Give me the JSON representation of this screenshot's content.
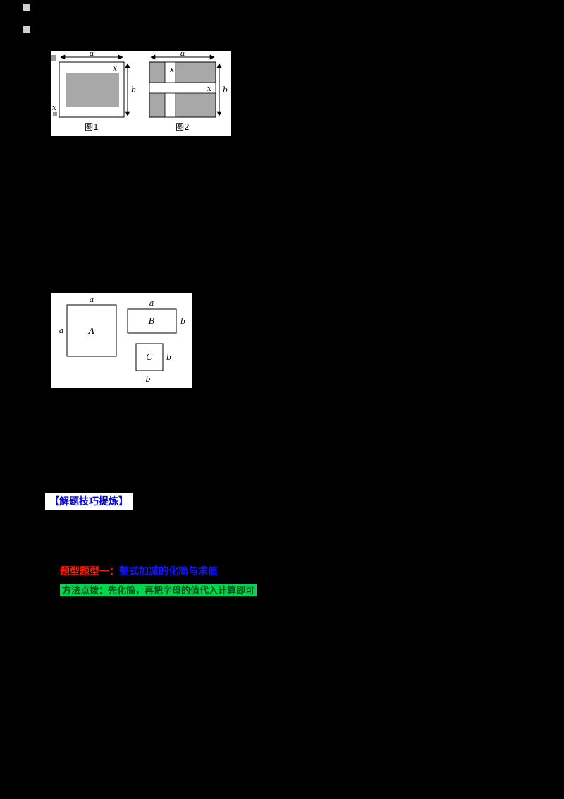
{
  "figures": {
    "fig1": {
      "caption": "图1",
      "top_label": "a",
      "right_label": "b",
      "margin_label_top": "x",
      "margin_label_bottom": "x"
    },
    "fig2": {
      "caption": "图2",
      "top_label": "a",
      "right_label": "b",
      "strip_label_v": "x",
      "strip_label_h": "x"
    },
    "rects": {
      "A": {
        "label": "A",
        "top_label": "a",
        "left_label": "a"
      },
      "B": {
        "label": "B",
        "top_label": "a",
        "right_label": "b"
      },
      "C": {
        "label": "C",
        "right_label": "b",
        "bottom_label": "b"
      }
    }
  },
  "sections": {
    "technique_heading": "【解题技巧提炼】",
    "topic_red": "题型题型一：",
    "topic_blue": "整式加减的化简与求值",
    "note": "方法点拨：先化简，再把字母的值代入计算即可"
  },
  "colors": {
    "page_background": "#000000",
    "panel_background": "#ffffff",
    "figure_gray": "#a8a8a8",
    "heading_blue": "#0000dd",
    "topic_red": "#ff1a00",
    "topic_blue": "#1414ff",
    "note_green_bg": "#00d94e"
  }
}
